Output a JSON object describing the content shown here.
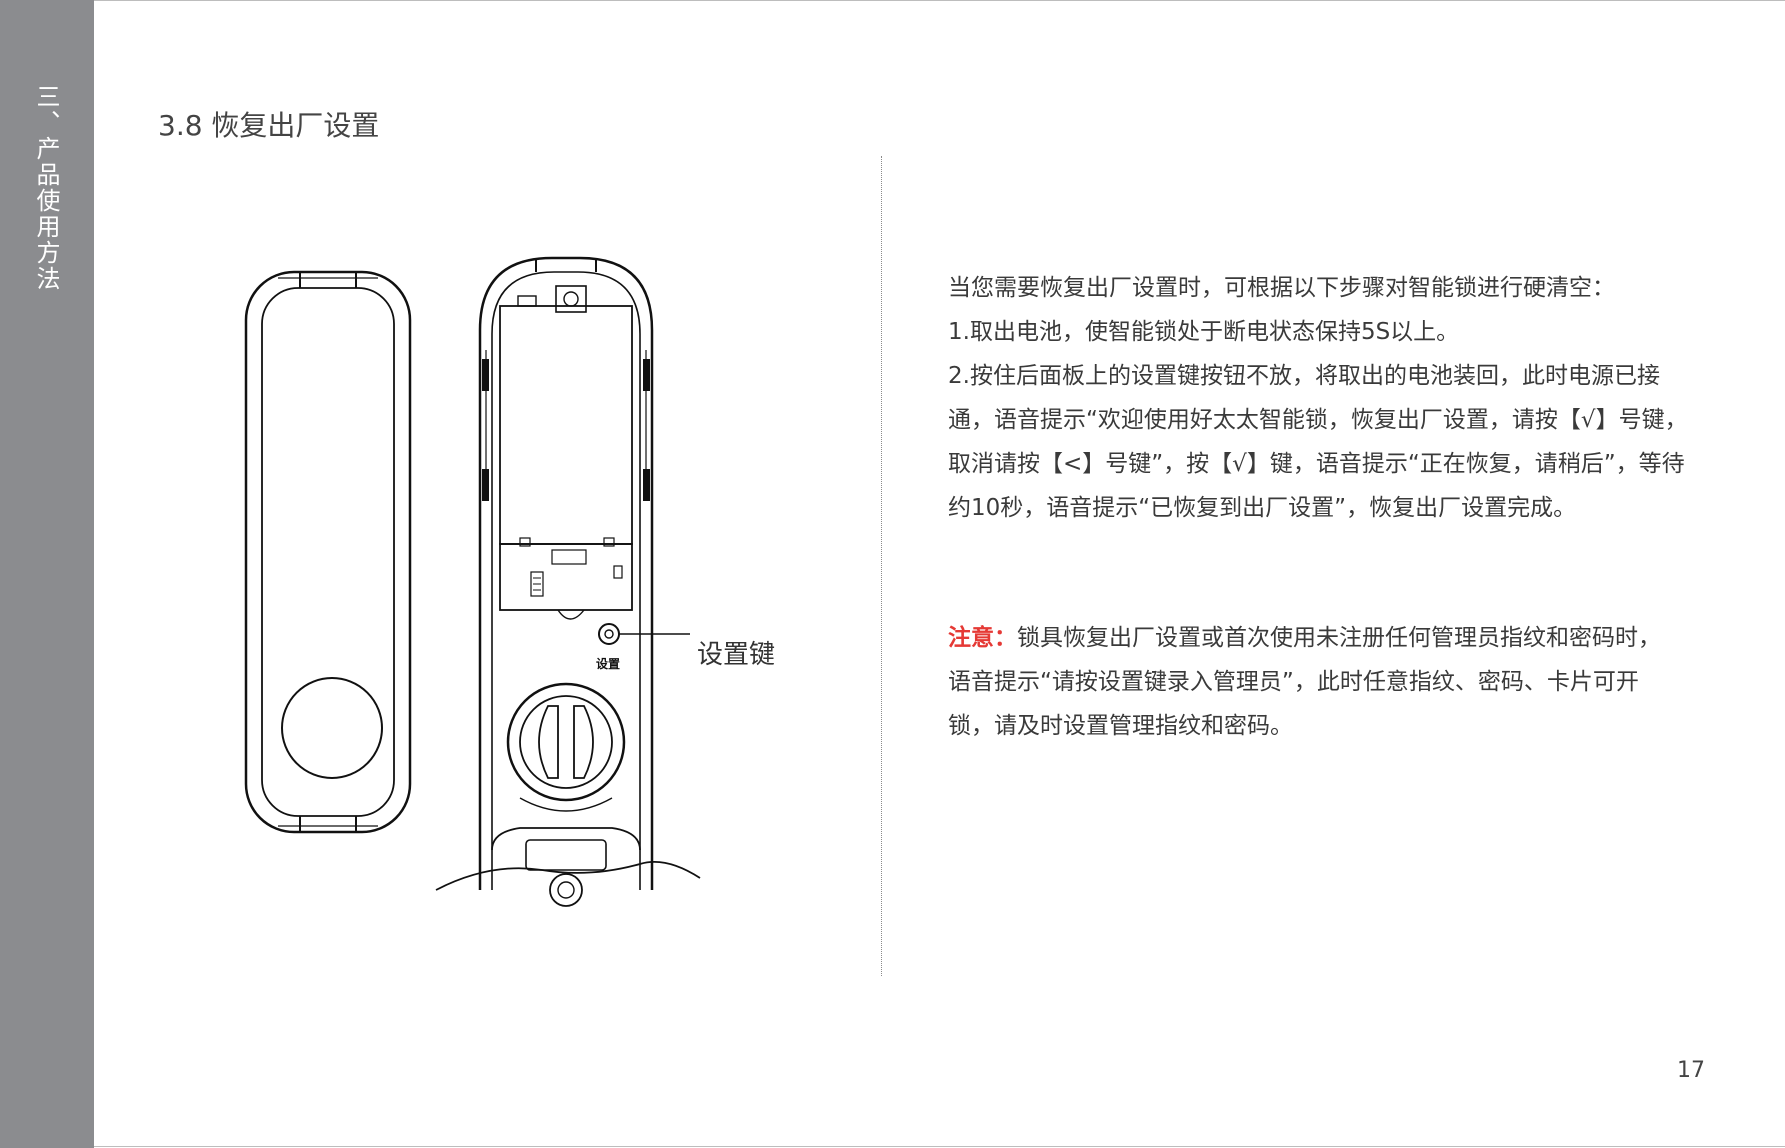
{
  "sidebar": {
    "chapter": "三、产品使用方法"
  },
  "section": {
    "title": "3.8 恢复出厂设置"
  },
  "illustration": {
    "callout": "设置键",
    "button_text": "设置"
  },
  "body": {
    "intro": "当您需要恢复出厂设置时，可根据以下步骤对智能锁进行硬清空：",
    "step1": "1.取出电池，使智能锁处于断电状态保持5S以上。",
    "step2": "2.按住后面板上的设置键按钮不放，将取出的电池装回，此时电源已接通，语音提示“欢迎使用好太太智能锁，恢复出厂设置，请按【√】号键，取消请按【<】号键”，按【√】键，语音提示“正在恢复，请稍后”，等待约10秒，语音提示“已恢复到出厂设置”，恢复出厂设置完成。"
  },
  "note": {
    "label": "注意：",
    "text": "锁具恢复出厂设置或首次使用未注册任何管理员指纹和密码时，语音提示“请按设置键录入管理员”，此时任意指纹、密码、卡片可开锁，请及时设置管理指纹和密码。"
  },
  "footer": {
    "page_number": "17"
  },
  "colors": {
    "sidebar": "#8b8c8f",
    "note_label": "#e53935",
    "text": "#3a3a3a"
  }
}
